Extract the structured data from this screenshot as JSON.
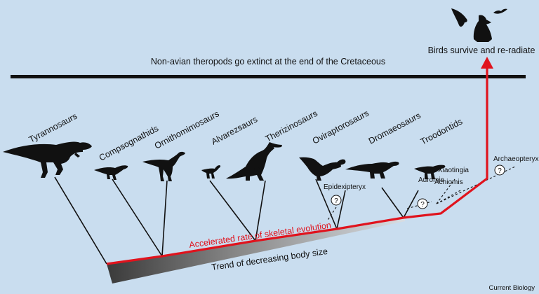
{
  "extinction_caption": "Non-avian theropods go extinct at the end of the Cretaceous",
  "birds_caption": "Birds survive and re-radiate",
  "evolution_rate_caption": "Accelerated rate of skeletal evolution",
  "body_size_caption": "Trend of decreasing body size",
  "clades": [
    "Tyrannosaurs",
    "Compsognathids",
    "Ornithomimosaurs",
    "Alvarezsaurs",
    "Therizinosaurs",
    "Oviraptorosaurs",
    "Dromaeosaurs",
    "Troodontids"
  ],
  "uncertain_taxa": {
    "epidexipteryx": "Epidexipteryx",
    "auromis": "Auromis",
    "xiaotingia": "Xiaotingia",
    "achiomis": "Achiomis",
    "archaeopteryx": "Archaeopteryx"
  },
  "question_mark": "?",
  "credit": "Current Biology",
  "colors": {
    "background": "#c9ddef",
    "red_line": "#e0131d",
    "black": "#111111"
  }
}
